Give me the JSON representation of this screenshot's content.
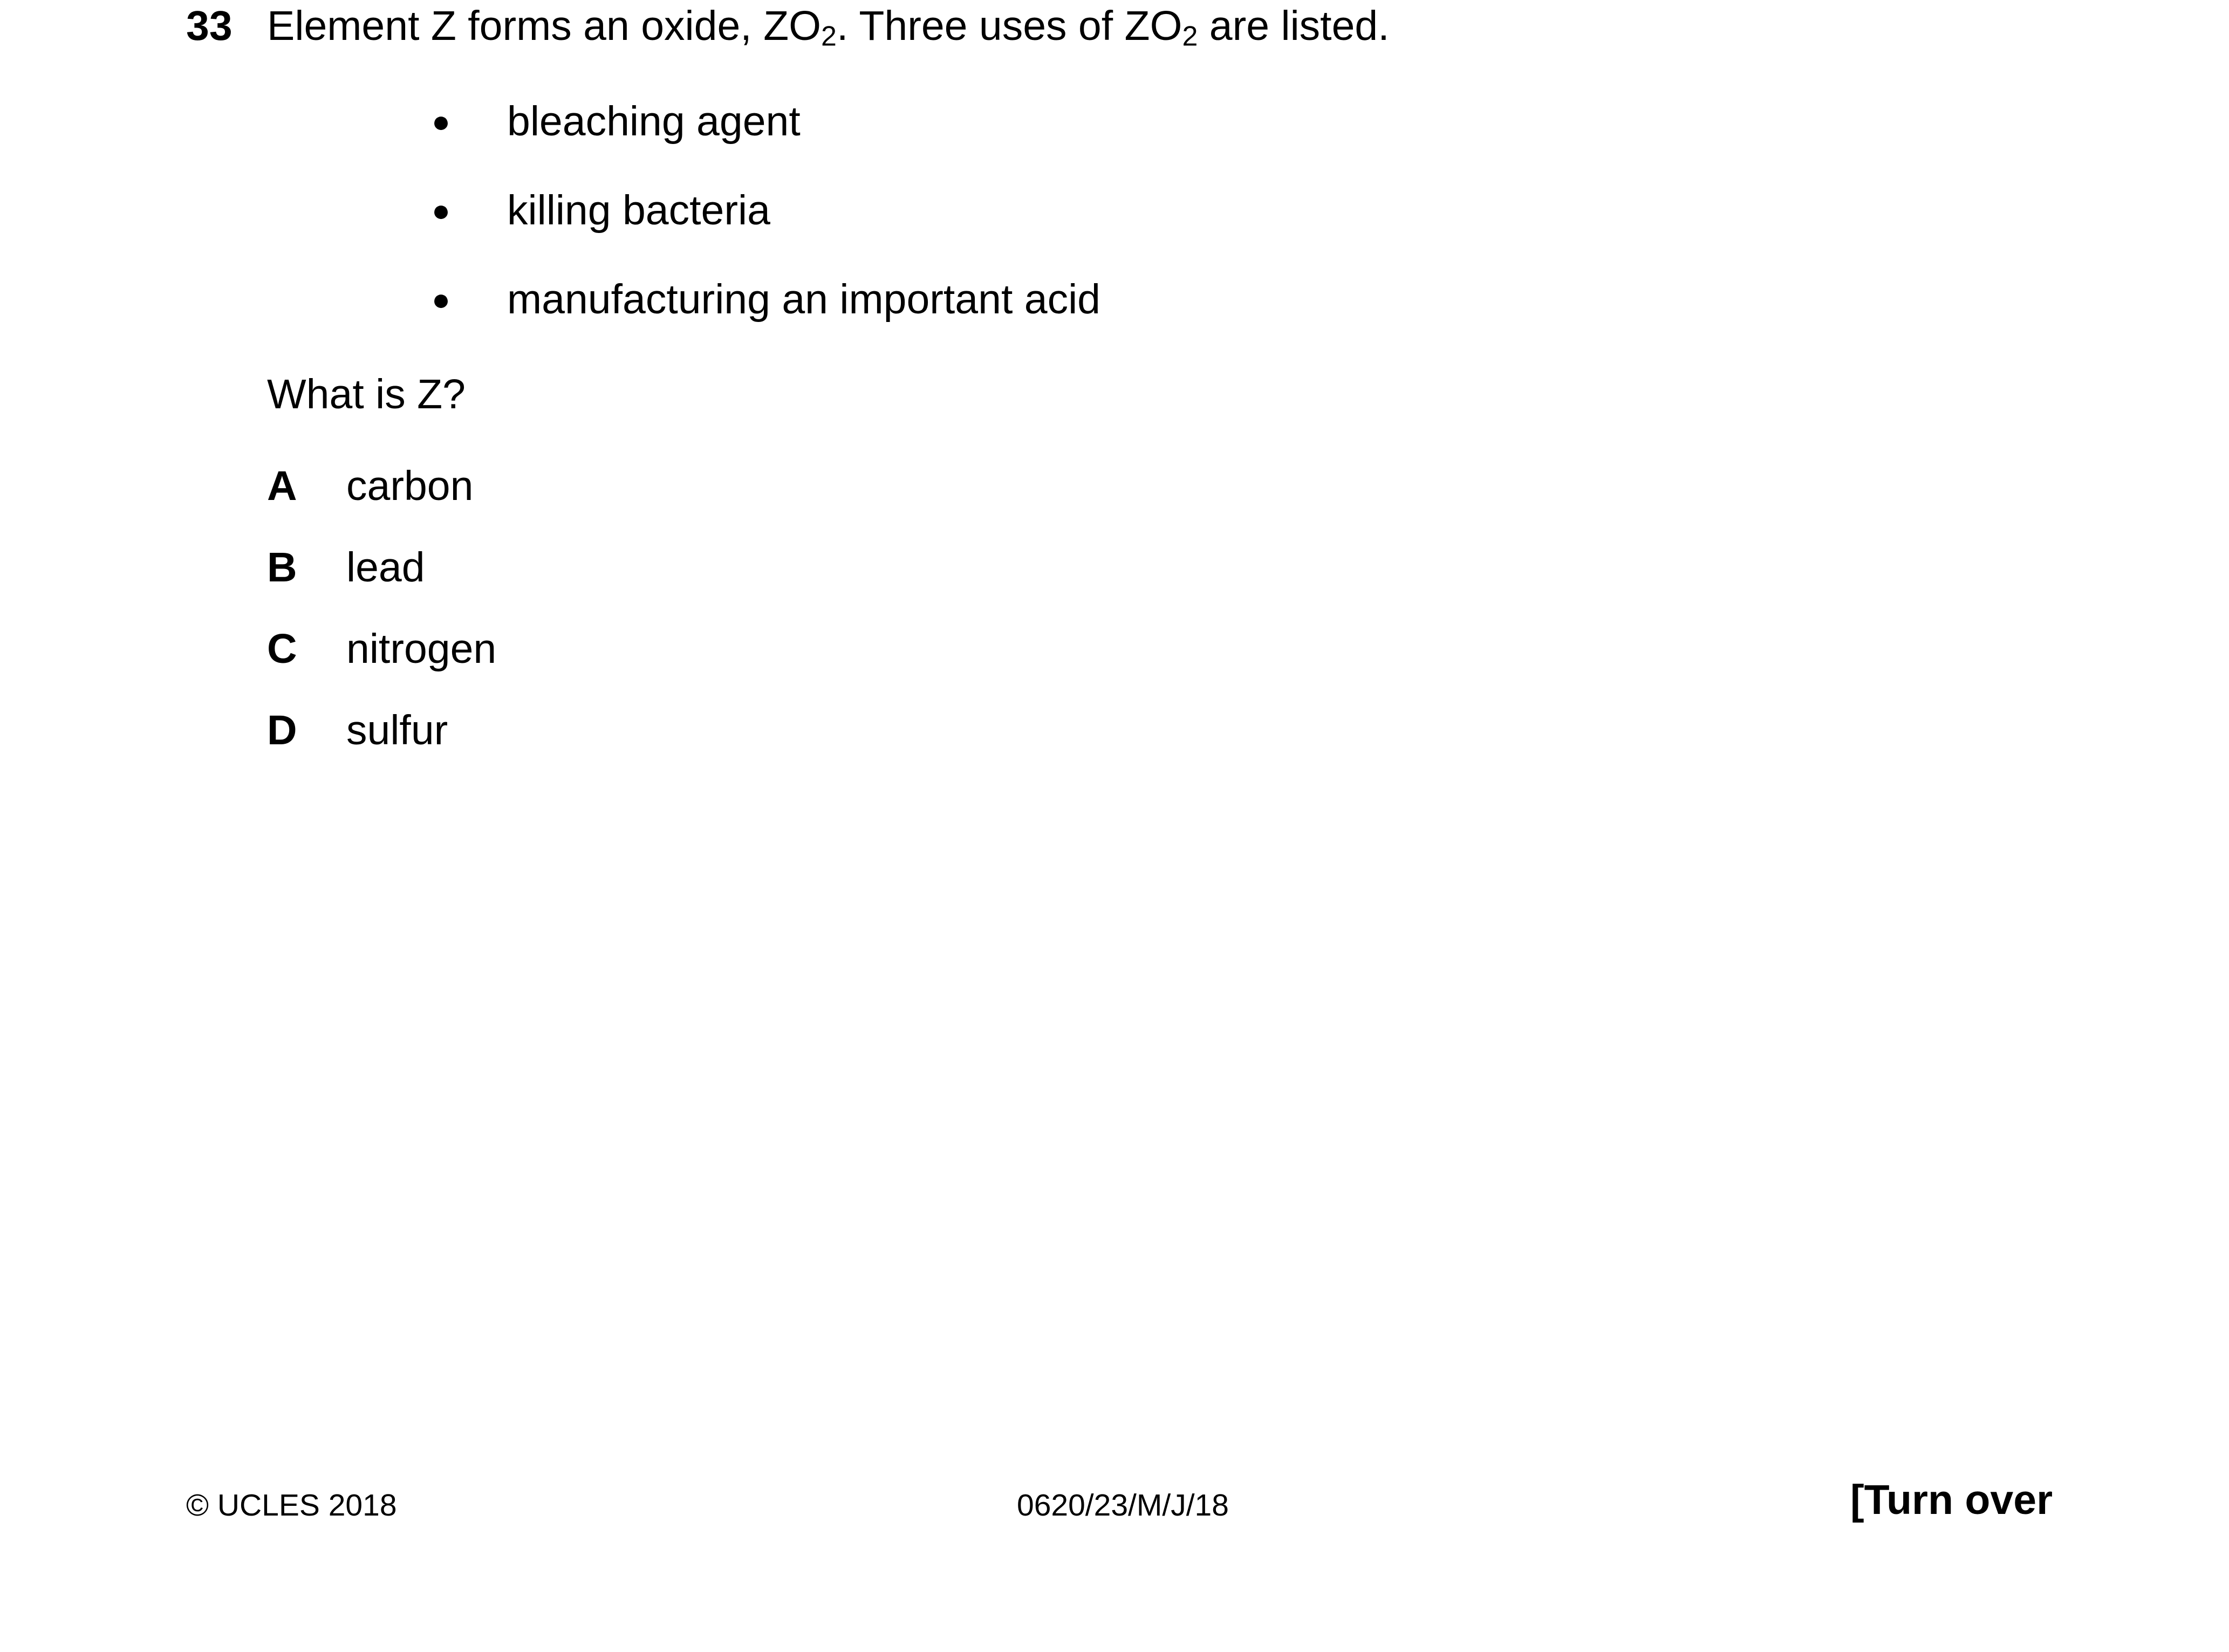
{
  "question": {
    "number": "33",
    "stem_part1": "Element Z forms an oxide, ZO",
    "stem_sub1": "2",
    "stem_part2": ". Three uses of ZO",
    "stem_sub2": "2",
    "stem_part3": " are listed.",
    "uses": [
      {
        "bullet": "●",
        "text": "bleaching agent"
      },
      {
        "bullet": "●",
        "text": "killing bacteria"
      },
      {
        "bullet": "●",
        "text": "manufacturing an important acid"
      }
    ],
    "prompt": "What is Z?",
    "options": [
      {
        "letter": "A",
        "text": "carbon"
      },
      {
        "letter": "B",
        "text": "lead"
      },
      {
        "letter": "C",
        "text": "nitrogen"
      },
      {
        "letter": "D",
        "text": "sulfur"
      }
    ]
  },
  "footer": {
    "copyright": "© UCLES 2018",
    "paper_code": "0620/23/M/J/18",
    "turn_over": "[Turn over"
  }
}
